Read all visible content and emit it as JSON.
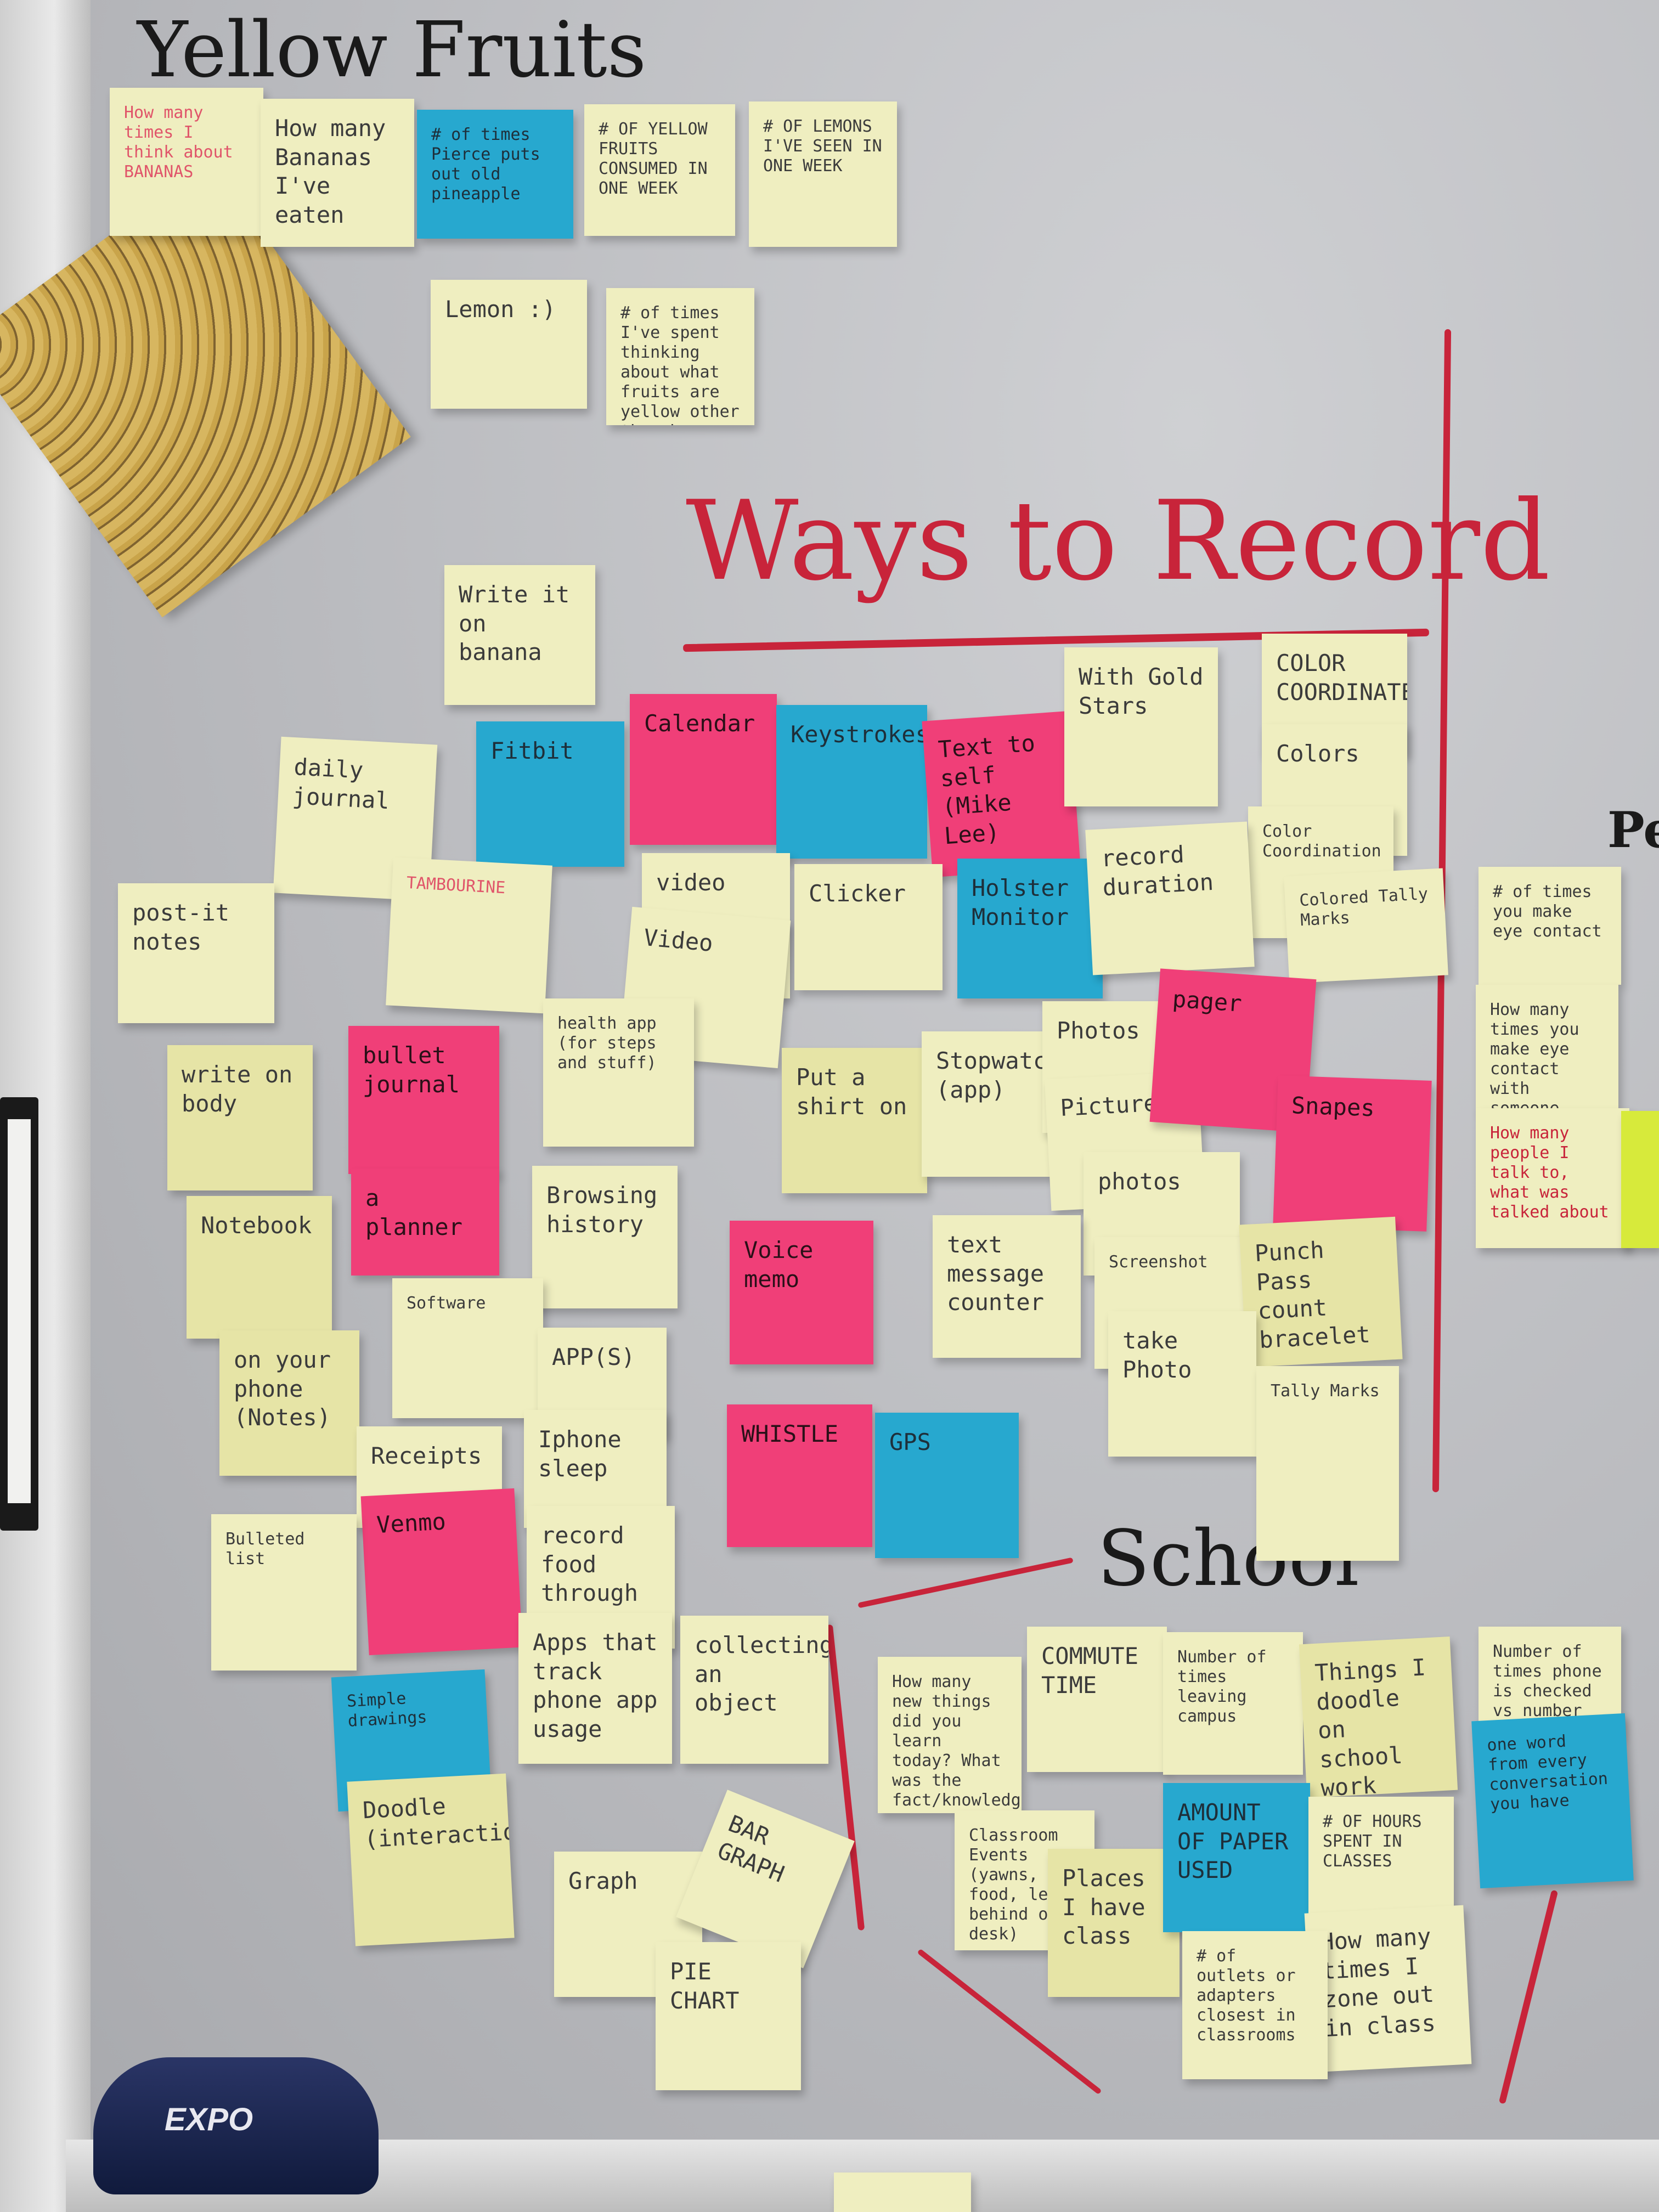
{
  "headings": {
    "yellow_fruits": "Yellow Fruits",
    "ways_to_record": "Ways to Record",
    "school": "School",
    "cut_off": "Pe"
  },
  "marker_brand": "EXPO",
  "notes": {
    "yf_bananas_think": "How many times I think about BANANAS",
    "yf_bananas_eaten": "How many Bananas I've eaten",
    "yf_pineapple": "# of times Pierce puts out old pineapple",
    "yf_yellow_fruits": "# OF YELLOW FRUITS CONSUMED IN ONE WEEK",
    "yf_lemons_seen": "# OF LEMONS I'VE SEEN IN ONE WEEK",
    "yf_lemon": "Lemon :)",
    "yf_thinking": "# of times I've spent thinking about what fruits are yellow other than bananas & lemons",
    "write_banana": "Write it on banana",
    "daily_journal": "daily journal",
    "fitbit": "Fitbit",
    "calendar": "Calendar",
    "keystrokes": "Keystrokes",
    "text_self": "Text to self (Mike Lee)",
    "gold_stars": "With Gold Stars",
    "color_coordinate": "COLOR COORDINATE",
    "colors": "Colors",
    "color_coordination": "Color Coordination",
    "colored_tally": "Colored Tally Marks",
    "post_it_notes": "post-it notes",
    "tambourine": "TAMBOURINE",
    "video1": "video",
    "video2": "Video",
    "clicker": "Clicker",
    "holster": "Holster Monitor",
    "record_duration": "record duration",
    "write_body": "write on body",
    "bullet_journal": "bullet journal",
    "planner": "a planner",
    "health_app": "health app (for steps and stuff)",
    "put_shirt": "Put a shirt on",
    "stopwatch": "Stopwatch (app)",
    "photos1": "Photos",
    "picture": "Picture",
    "pager": "pager",
    "snapes": "Snapes",
    "photos2": "photos",
    "notebook": "Notebook",
    "browsing": "Browsing history",
    "voice_memo": "Voice memo",
    "text_counter": "text message counter",
    "screenshot": "Screenshot",
    "punch": "Punch Pass count bracelet",
    "take_photo": "take Photo",
    "software": "Software",
    "phone_notes": "on your phone (Notes)",
    "apps": "APP(S)",
    "iphone_sleep": "Iphone sleep",
    "receipts": "Receipts",
    "venmo": "Venmo",
    "whistle": "WHISTLE",
    "gps": "GPS",
    "tally_marks": "Tally Marks",
    "bullet_list": "Bulleted list",
    "record_food": "record food through an app",
    "apps_track": "Apps that track phone app usage",
    "collecting": "collecting an object",
    "simple_drawings": "Simple drawings",
    "doodle": "Doodle (interaction)",
    "graph": "Graph",
    "bar_graph": "BAR GRAPH",
    "pie_chart": "PIE CHART",
    "eye_contact_times": "# of times you make eye contact",
    "eye_contact_someone": "How many times you make eye contact with someone",
    "people_talk": "How many people I talk to, what was talked about",
    "school_new_things": "How many new things did you learn today? What was the fact/knowledge nugget related to?",
    "commute": "COMMUTE TIME",
    "leaving_campus": "Number of times leaving campus",
    "doodle_work": "Things I doodle on school work",
    "checked_books": "Number of times phone is checked vs number of texts received",
    "one_word": "one word from every conversation you have",
    "classroom_events": "Classroom Events (yawns, food, left behind on desk)",
    "places_class": "Places I have class",
    "amount_paper": "AMOUNT OF PAPER USED",
    "hours_classes": "# OF HOURS SPENT IN CLASSES",
    "zone_out": "How many times I zone out in class",
    "outlets": "# of outlets or adapters closest in classrooms"
  }
}
